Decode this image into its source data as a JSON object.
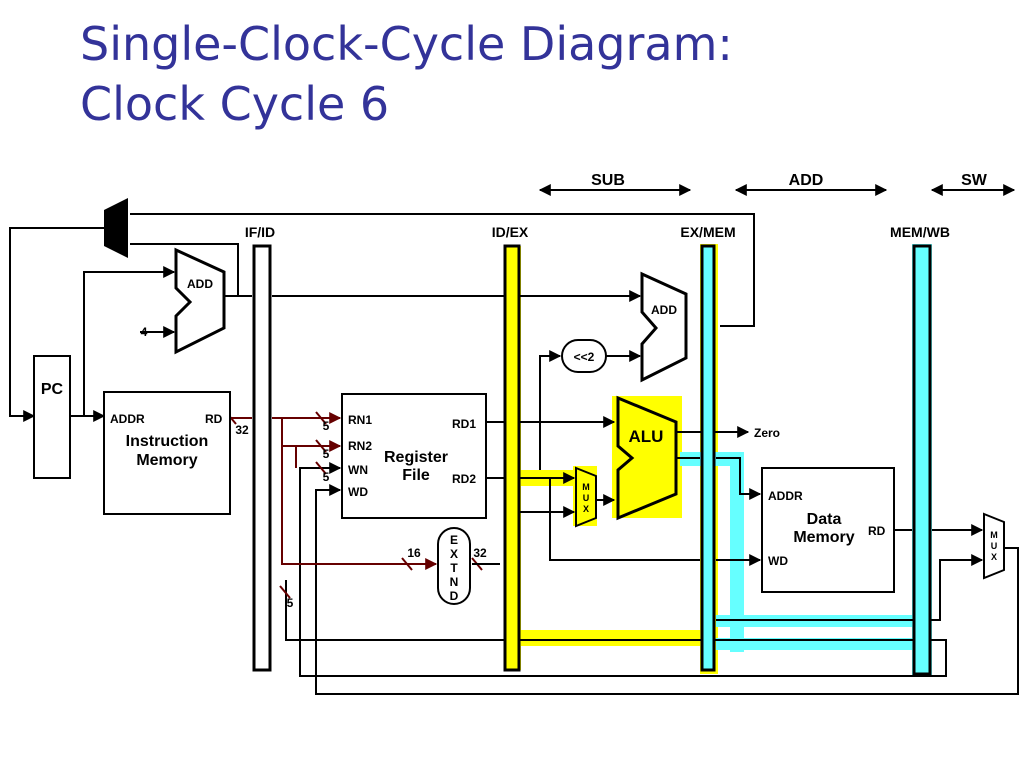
{
  "slide": {
    "title_line1": "Single-Clock-Cycle Diagram:",
    "title_line2": "Clock Cycle 6"
  },
  "stages": {
    "sub": "SUB",
    "add": "ADD",
    "sw": "SW"
  },
  "registers": {
    "if_id": "IF/ID",
    "id_ex": "ID/EX",
    "ex_mem": "EX/MEM",
    "mem_wb": "MEM/WB"
  },
  "blocks": {
    "pc": "PC",
    "add": "ADD",
    "four": "4",
    "addr": "ADDR",
    "rd": "RD",
    "im_line1": "Instruction",
    "im_line2": "Memory",
    "w32": "32",
    "w5": "5",
    "w16": "16",
    "rn1": "RN1",
    "rn2": "RN2",
    "wn": "WN",
    "wd": "WD",
    "rf_line1": "Register",
    "rf_line2": "File",
    "rd1": "RD1",
    "rd2": "RD2",
    "extnd": [
      "E",
      "X",
      "T",
      "N",
      "D"
    ],
    "shift": "<<2",
    "alu": "ALU",
    "zero": "Zero",
    "mux": [
      "M",
      "U",
      "X"
    ],
    "dm_addr": "ADDR",
    "dm_line1": "Data",
    "dm_line2": "Memory",
    "dm_rd": "RD",
    "dm_wd": "WD"
  },
  "colors": {
    "title": "#333399",
    "highlight_yellow": "#ffff00",
    "highlight_cyan": "#66ffff",
    "bus_red": "#660000"
  }
}
